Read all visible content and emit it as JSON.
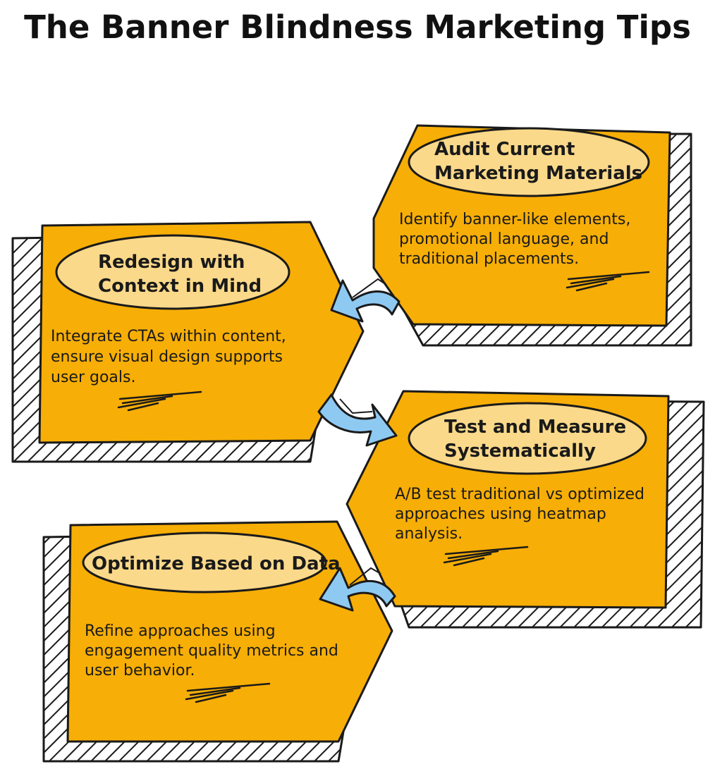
{
  "title": "The Banner Blindness Marketing Tips",
  "colors": {
    "card_fill": "#f7ae06",
    "pill_fill": "#fbd98a",
    "arrow_fill": "#8ec9f2",
    "outline": "#1a1a1a"
  },
  "steps": [
    {
      "heading_lines": [
        "Audit Current",
        "Marketing Materials"
      ],
      "body_lines": [
        "Identify banner-like elements,",
        "promotional language, and",
        "traditional placements."
      ]
    },
    {
      "heading_lines": [
        "Redesign with",
        "Context in Mind"
      ],
      "body_lines": [
        "Integrate CTAs within content,",
        "ensure visual design supports",
        "user goals."
      ]
    },
    {
      "heading_lines": [
        "Test and Measure",
        "Systematically"
      ],
      "body_lines": [
        "A/B test traditional vs optimized",
        "approaches using heatmap",
        "analysis."
      ]
    },
    {
      "heading_lines": [
        "Optimize Based on Data"
      ],
      "body_lines": [
        "Refine approaches using",
        "engagement quality metrics and",
        "user behavior."
      ]
    }
  ]
}
